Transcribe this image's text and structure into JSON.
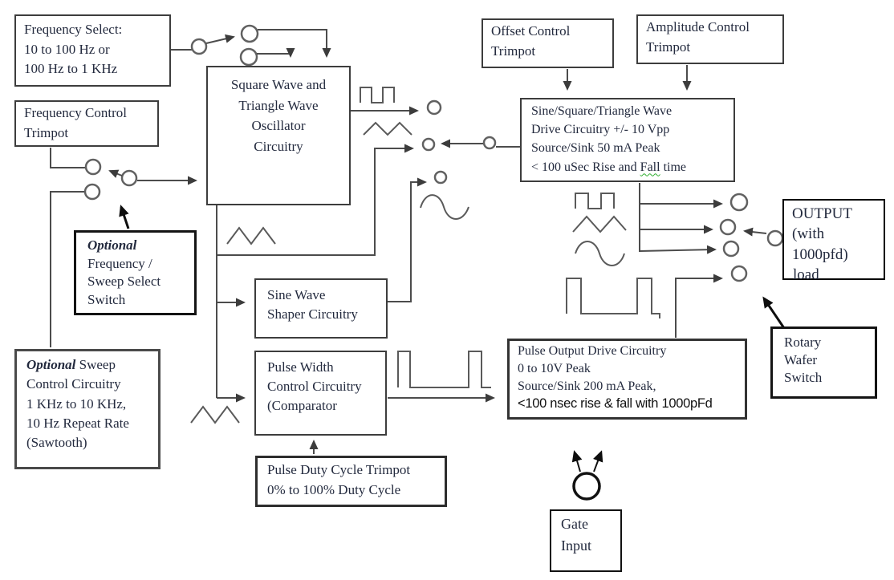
{
  "boxes": {
    "frequency_select": {
      "lines": [
        "Frequency Select:",
        "10 to 100 Hz or",
        "100 Hz to 1 KHz"
      ]
    },
    "frequency_control": {
      "lines": [
        "Frequency Control",
        "Trimpot"
      ]
    },
    "oscillator": {
      "lines": [
        "Square Wave and",
        "Triangle Wave",
        "Oscillator",
        "Circuitry"
      ]
    },
    "offset_control": {
      "lines": [
        "Offset Control",
        "Trimpot"
      ]
    },
    "amplitude_control": {
      "lines": [
        "Amplitude Control",
        "Trimpot"
      ]
    },
    "drive": {
      "lines": [
        "Sine/Square/Triangle Wave",
        "Drive Circuitry +/- 10 Vpp",
        "Source/Sink 50 mA Peak"
      ],
      "last_line_prefix": "< 100 uSec Rise and ",
      "last_line_marked_word": "Fall",
      "last_line_suffix": " time"
    },
    "sweep_select_switch": {
      "emphasis": "Optional",
      "lines": [
        "Frequency /",
        "Sweep Select",
        "Switch"
      ]
    },
    "sweep_control": {
      "emphasis": "Optional",
      "line1_rest": " Sweep",
      "lines": [
        "Control Circuitry",
        "1 KHz to 10 KHz,",
        "10 Hz Repeat Rate",
        "(Sawtooth)"
      ]
    },
    "sine_shaper": {
      "lines": [
        "Sine Wave",
        "Shaper Circuitry"
      ]
    },
    "pulse_width": {
      "lines": [
        "Pulse Width",
        "Control Circuitry",
        "(Comparator"
      ]
    },
    "pulse_duty": {
      "lines": [
        "Pulse Duty Cycle Trimpot",
        "0% to 100% Duty Cycle"
      ]
    },
    "pulse_drive": {
      "lines": [
        "Pulse Output Drive Circuitry",
        "0 to 10V Peak",
        "Source/Sink 200 mA Peak,"
      ],
      "edited_line": "<100 nsec rise & fall with 1000pFd"
    },
    "output": {
      "lines": [
        "OUTPUT",
        "(with",
        "1000pfd)"
      ],
      "below_label": "load"
    },
    "rotary_switch": {
      "lines": [
        "Rotary",
        "Wafer",
        "Switch"
      ]
    },
    "gate_input": {
      "lines": [
        "Gate",
        "Input"
      ]
    }
  },
  "icons": [
    "square-wave-icon",
    "triangle-wave-icon",
    "sine-wave-icon",
    "pulse-wave-icon",
    "sawtooth-wave-icon",
    "switch-contact-circle",
    "output-terminal-circle",
    "gate-input-terminal",
    "arrowhead"
  ],
  "colors": {
    "background": "#ffffff",
    "wire": "#4c4c4c",
    "text": "#232a3e",
    "thick_border": "#141414",
    "spellcheck_underline": "#2fae2f",
    "edited_text": "#111111"
  }
}
